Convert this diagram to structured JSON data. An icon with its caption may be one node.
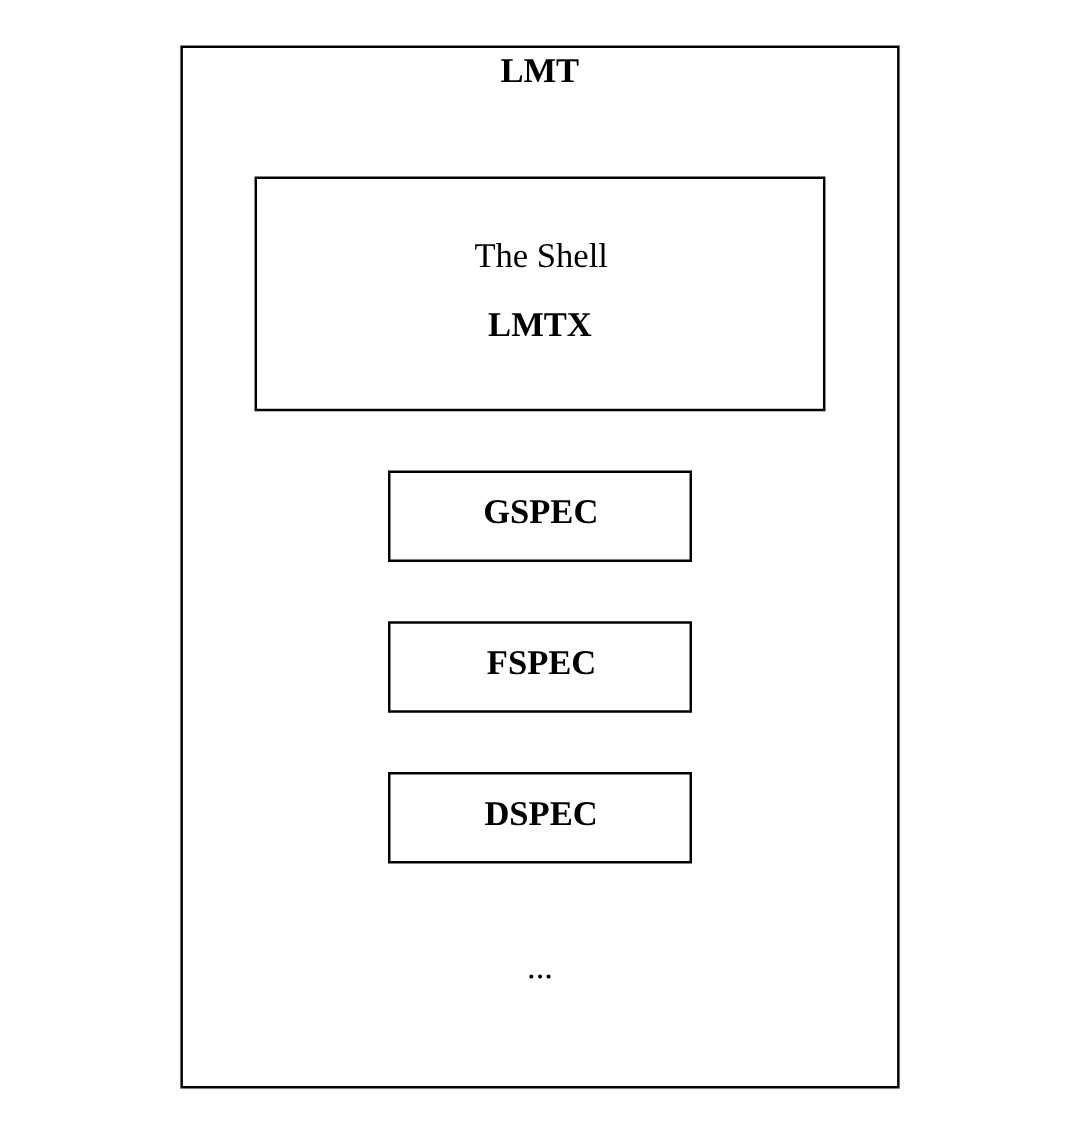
{
  "diagram": {
    "nodes": [
      {
        "text": [
          "LMT"
        ]
      },
      {
        "text": [
          "The Shell",
          "LMTX"
        ],
        "in": 0
      },
      {
        "text": [
          "GSPEC"
        ],
        "in": 0
      },
      {
        "text": [
          "FSPEC"
        ],
        "in": 0
      },
      {
        "text": [
          "DSPEC"
        ],
        "in": 0
      }
    ],
    "labels": [
      "..."
    ]
  }
}
